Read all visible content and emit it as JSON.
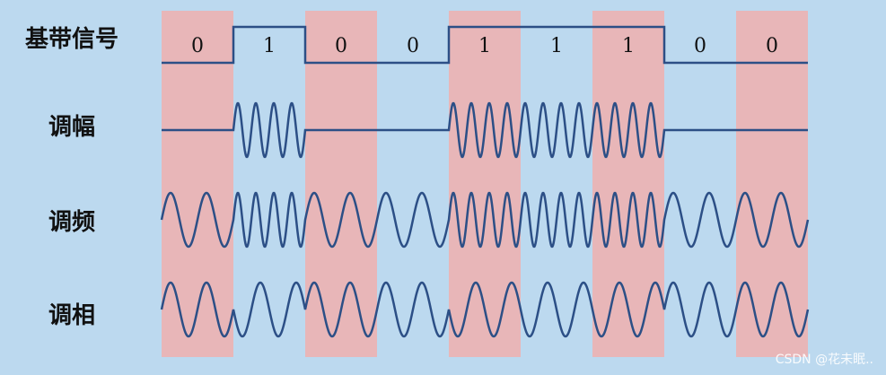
{
  "labels": {
    "baseband": "基带信号",
    "am": "调幅",
    "fm": "调频",
    "pm": "调相"
  },
  "bits": [
    0,
    1,
    0,
    0,
    1,
    1,
    1,
    0,
    0
  ],
  "colors": {
    "background": "#bcd9ef",
    "band": "#e8b6b8",
    "wave": "#2c4f86"
  },
  "watermark": "CSDN @花未眠.."
}
